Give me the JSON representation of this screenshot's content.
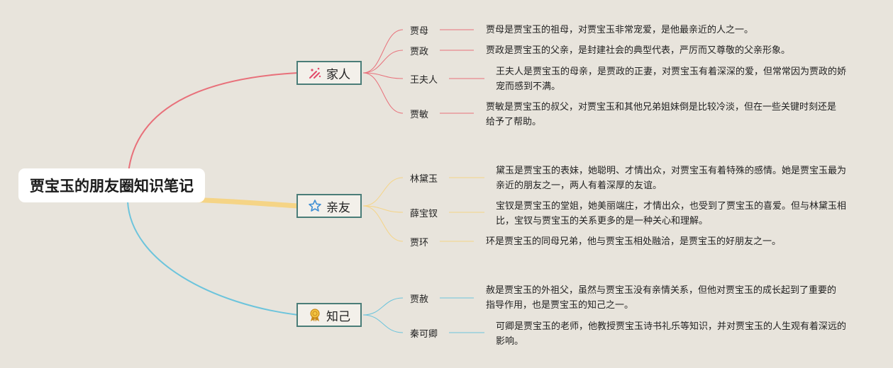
{
  "root": {
    "title": "贾宝玉的朋友圈知识笔记"
  },
  "colors": {
    "family": "#e8707a",
    "friends": "#f5d486",
    "confidants": "#6cc4dc",
    "node_border": "#4a7d78"
  },
  "categories": [
    {
      "label": "家人",
      "icon": "sparkle-icon",
      "items": [
        {
          "name": "贾母",
          "desc": "贾母是贾宝玉的祖母，对贾宝玉非常宠爱，是他最亲近的人之一。"
        },
        {
          "name": "贾政",
          "desc": "贾政是贾宝玉的父亲，是封建社会的典型代表，严厉而又尊敬的父亲形象。"
        },
        {
          "name": "王夫人",
          "desc": "王夫人是贾宝玉的母亲，是贾政的正妻，对贾宝玉有着深深的爱，但常常因为贾政的娇宠而感到不满。"
        },
        {
          "name": "贾敏",
          "desc": "贾敏是贾宝玉的叔父，对贾宝玉和其他兄弟姐妹倒是比较冷淡，但在一些关键时刻还是给予了帮助。"
        }
      ]
    },
    {
      "label": "亲友",
      "icon": "star-icon",
      "items": [
        {
          "name": "林黛玉",
          "desc": "黛玉是贾宝玉的表妹，她聪明、才情出众，对贾宝玉有着特殊的感情。她是贾宝玉最为亲近的朋友之一，两人有着深厚的友谊。"
        },
        {
          "name": "薛宝钗",
          "desc": "宝钗是贾宝玉的堂姐，她美丽端庄，才情出众，也受到了贾宝玉的喜爱。但与林黛玉相比，宝钗与贾宝玉的关系更多的是一种关心和理解。"
        },
        {
          "name": "贾环",
          "desc": "环是贾宝玉的同母兄弟，他与贾宝玉相处融洽，是贾宝玉的好朋友之一。"
        }
      ]
    },
    {
      "label": "知己",
      "icon": "award-icon",
      "items": [
        {
          "name": "贾赦",
          "desc": "赦是贾宝玉的外祖父，虽然与贾宝玉没有亲情关系，但他对贾宝玉的成长起到了重要的指导作用，也是贾宝玉的知己之一。"
        },
        {
          "name": "秦可卿",
          "desc": "可卿是贾宝玉的老师，他教授贾宝玉诗书礼乐等知识，并对贾宝玉的人生观有着深远的影响。"
        }
      ]
    }
  ]
}
